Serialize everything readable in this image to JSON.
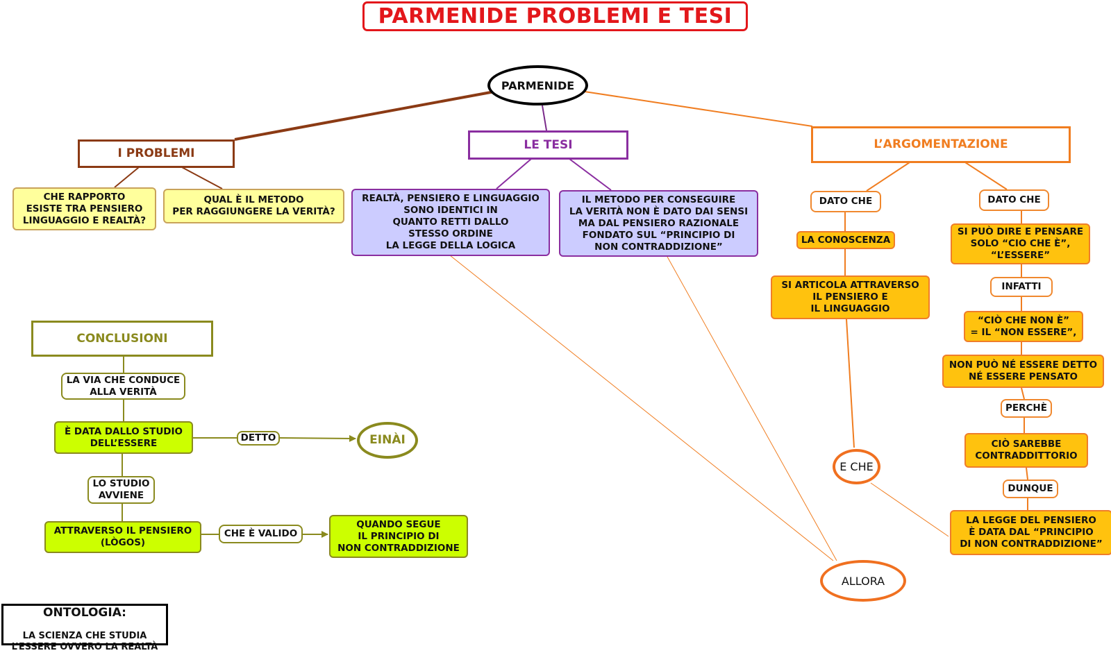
{
  "title": "PARMENIDE PROBLEMI E TESI",
  "colors": {
    "title": "#e3171b",
    "problemi": "#8b3a14",
    "tesi": "#8a2ea0",
    "argomentazione": "#f07d20",
    "conclusioni": "#8a8a1e",
    "yellow_box": "#ffff9c",
    "lavender_box": "#ccccff",
    "orange_box": "#ffc20e",
    "green_box": "#ccff00"
  },
  "root": "PARMENIDE",
  "problemi": {
    "header": "I PROBLEMI",
    "q1": "CHE RAPPORTO\nESISTE TRA PENSIERO\nLINGUAGGIO E REALTÀ?",
    "q2": "QUAL È IL METODO\nPER RAGGIUNGERE LA VERITÀ?"
  },
  "tesi": {
    "header": "LE TESI",
    "t1": "REALTÀ, PENSIERO E LINGUAGGIO\nSONO IDENTICI IN\nQUANTO RETTI DALLO\nSTESSO ORDINE\nLA LEGGE DELLA LOGICA",
    "t2": "IL METODO PER CONSEGUIRE\nLA VERITÀ NON È DATO DAI SENSI\nMA DAL PENSIERO RAZIONALE\nFONDATO SUL “PRINCIPIO DI\nNON CONTRADDIZIONE”"
  },
  "argomentazione": {
    "header": "L’ARGOMENTAZIONE",
    "left": {
      "dato_che": "DATO CHE",
      "conoscenza": "LA CONOSCENZA",
      "articola": "SI ARTICOLA ATTRAVERSO\nIL PENSIERO E\nIL LINGUAGGIO",
      "e_che": "E CHE"
    },
    "right": {
      "dato_che": "DATO CHE",
      "dire": "SI PUÒ DIRE E PENSARE\nSOLO “CIO CHE È”,\n“L’ESSERE”",
      "infatti": "INFATTI",
      "non_e": "“CIÒ CHE NON È”\n= IL “NON ESSERE”,",
      "non_puo": "NON PUÒ NÉ ESSERE DETTO\nNÉ ESSERE PENSATO",
      "perche": "PERCHÈ",
      "contraddittorio": "CIÒ SAREBBE\nCONTRADDITTORIO",
      "dunque": "DUNQUE",
      "legge": "LA LEGGE DEL PENSIERO\nÈ DATA DAL “PRINCIPIO\nDI NON CONTRADDIZIONE”"
    },
    "allora": "ALLORA"
  },
  "conclusioni": {
    "header": "CONCLUSIONI",
    "via": "LA VIA CHE CONDUCE\nALLA VERITÀ",
    "data_studio": "È DATA DALLO STUDIO\nDELL’ESSERE",
    "detto": "DETTO",
    "einai": "EINÀI",
    "studio_avviene": "LO STUDIO\nAVVIENE",
    "attraverso": "ATTRAVERSO IL PENSIERO\n(LÒGOS)",
    "valido": "CHE È VALIDO",
    "quando": "QUANDO SEGUE\nIL PRINCIPIO DI\nNON CONTRADDIZIONE"
  },
  "ontologia": {
    "title": "ONTOLOGIA:",
    "text": "LA SCIENZA CHE STUDIA\nL’ESSERE OVVERO LA REALTÀ"
  }
}
